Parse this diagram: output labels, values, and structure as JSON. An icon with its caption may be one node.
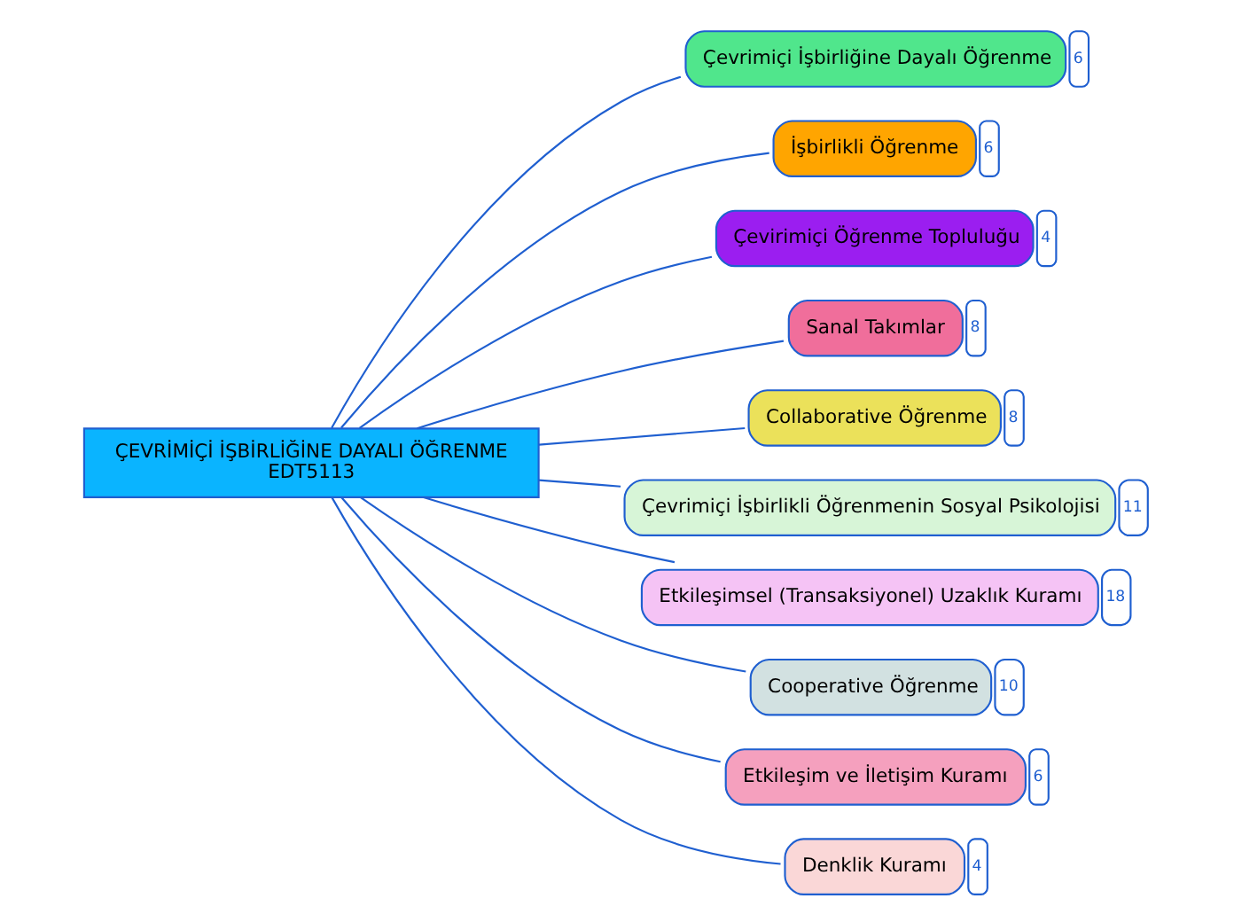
{
  "diagram": {
    "nodes": [
      {
        "text": [
          "ÇEVRİMİÇİ İŞBİRLİĞİNE DAYALI ÖĞRENME",
          "EDT5113"
        ]
      },
      {
        "text": [
          "Çevrimiçi İşbirliğine Dayalı Öğrenme"
        ],
        "beside": [
          "6"
        ]
      },
      {
        "text": [
          "İşbirlikli Öğrenme"
        ],
        "beside": [
          "6"
        ]
      },
      {
        "text": [
          "Çevirimiçi Öğrenme Topluluğu"
        ],
        "beside": [
          "4"
        ]
      },
      {
        "text": [
          "Sanal Takımlar"
        ],
        "beside": [
          "8"
        ]
      },
      {
        "text": [
          "Collaborative Öğrenme"
        ],
        "beside": [
          "8"
        ]
      },
      {
        "text": [
          "Çevrimiçi İşbirlikli Öğrenmenin Sosyal Psikolojisi"
        ],
        "beside": [
          "11"
        ]
      },
      {
        "text": [
          "Etkileşimsel (Transaksiyonel) Uzaklık Kuramı"
        ],
        "beside": [
          "18"
        ]
      },
      {
        "text": [
          "Cooperative Öğrenme"
        ],
        "beside": [
          "10"
        ]
      },
      {
        "text": [
          "Etkileşim ve İletişim Kuramı"
        ],
        "beside": [
          "6"
        ]
      },
      {
        "text": [
          "Denklik Kuramı"
        ],
        "beside": [
          "4"
        ]
      }
    ],
    "edges": [
      {
        "from": 0,
        "to": 1,
        "arrow": "none"
      },
      {
        "from": 0,
        "to": 2,
        "arrow": "none"
      },
      {
        "from": 0,
        "to": 3,
        "arrow": "none"
      },
      {
        "from": 0,
        "to": 4,
        "arrow": "none"
      },
      {
        "from": 0,
        "to": 5,
        "arrow": "none"
      },
      {
        "from": 0,
        "to": 6,
        "arrow": "none"
      },
      {
        "from": 0,
        "to": 7,
        "arrow": "none"
      },
      {
        "from": 0,
        "to": 8,
        "arrow": "none"
      },
      {
        "from": 0,
        "to": 9,
        "arrow": "none"
      },
      {
        "from": 0,
        "to": 10,
        "arrow": "none"
      }
    ]
  }
}
